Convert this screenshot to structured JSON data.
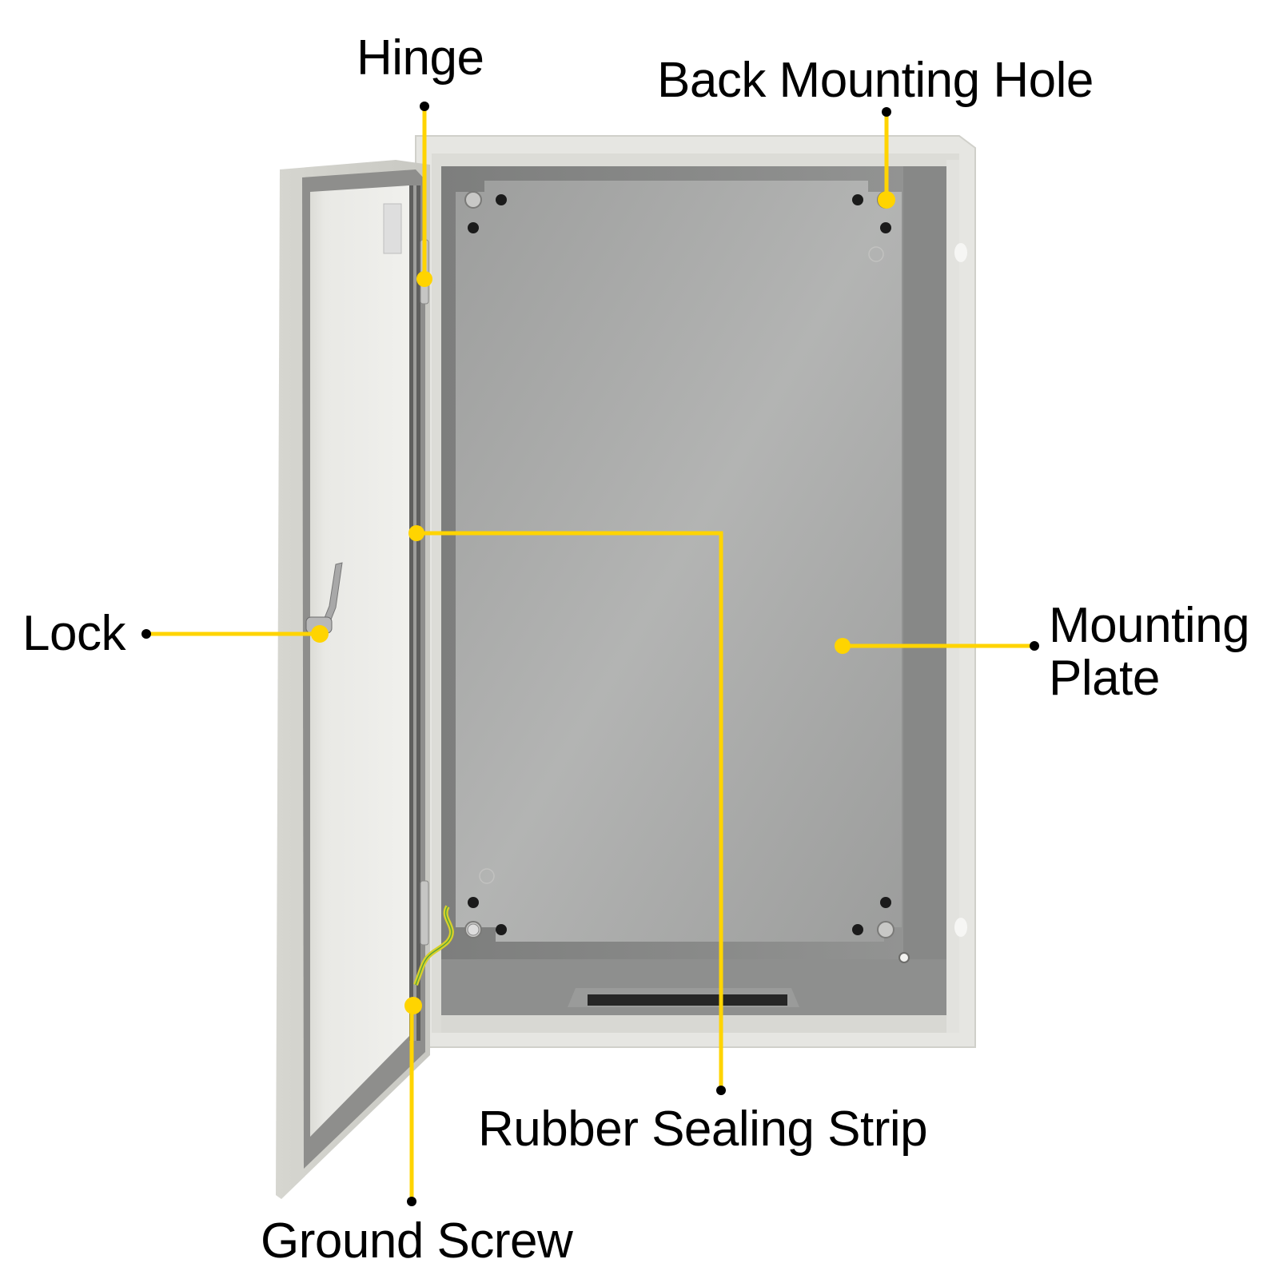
{
  "diagram": {
    "subject": "Electrical enclosure with open door",
    "accent_color": "#FFD400",
    "leader_dot_color": "#000000",
    "labels": [
      {
        "id": "hinge",
        "text": "Hinge"
      },
      {
        "id": "back_mounting_hole",
        "text": "Back Mounting Hole"
      },
      {
        "id": "lock",
        "text": "Lock"
      },
      {
        "id": "mounting_plate_line1",
        "text": "Mounting"
      },
      {
        "id": "mounting_plate_line2",
        "text": "Plate"
      },
      {
        "id": "rubber_sealing_strip",
        "text": "Rubber Sealing Strip"
      },
      {
        "id": "ground_screw",
        "text": "Ground Screw"
      }
    ],
    "colors": {
      "cabinet_body": "#e4e4e0",
      "cabinet_edge": "#d2d2cc",
      "interior_wall": "#8a8a88",
      "mounting_plate": "#a9aaa9",
      "door_panel": "#ecece9",
      "gasket": "#6f6f6e",
      "hole": "#1a1a1a"
    }
  }
}
